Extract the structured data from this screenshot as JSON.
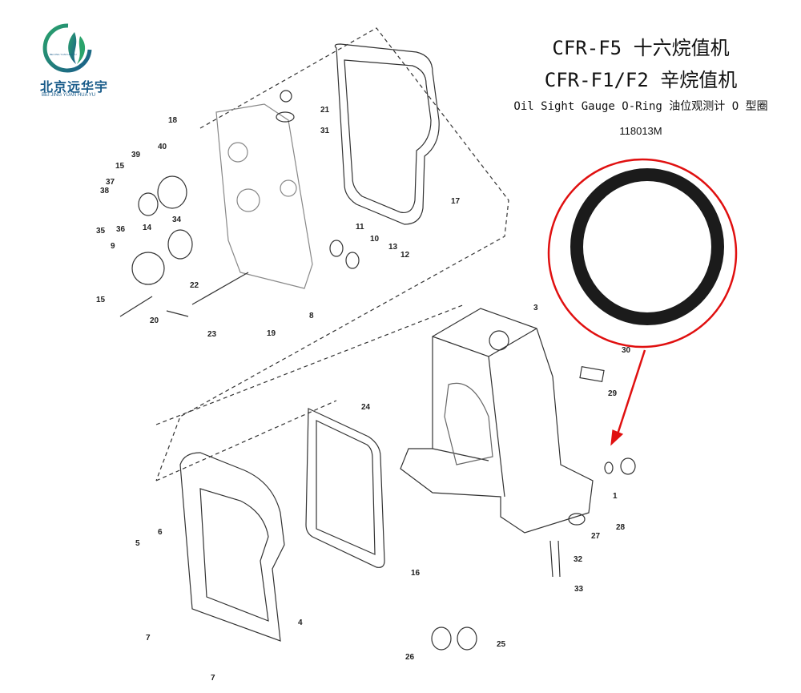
{
  "logo": {
    "name_cn": "北京远华宇",
    "name_en": "BEI JING YUAN HUA YU",
    "ring_text": "BEI JING YUAN HUA YU"
  },
  "title": {
    "line1": "CFR-F5 十六烷值机",
    "line2": "CFR-F1/F2 辛烷值机",
    "line3": "Oil Sight Gauge O-Ring 油位观测计 O 型圈",
    "part_number": "118013M"
  },
  "callouts": [
    "18",
    "21",
    "31",
    "39",
    "40",
    "15",
    "37",
    "38",
    "35",
    "36",
    "34",
    "14",
    "9",
    "15",
    "20",
    "22",
    "23",
    "19",
    "8",
    "11",
    "10",
    "13",
    "12",
    "17",
    "3",
    "30",
    "29",
    "24",
    "1",
    "27",
    "28",
    "32",
    "33",
    "16",
    "5",
    "6",
    "4",
    "7",
    "7",
    "26",
    "25"
  ],
  "colors": {
    "highlight": "#e01010",
    "logo_blue": "#1a5c8a",
    "logo_green": "#2aa36b"
  }
}
